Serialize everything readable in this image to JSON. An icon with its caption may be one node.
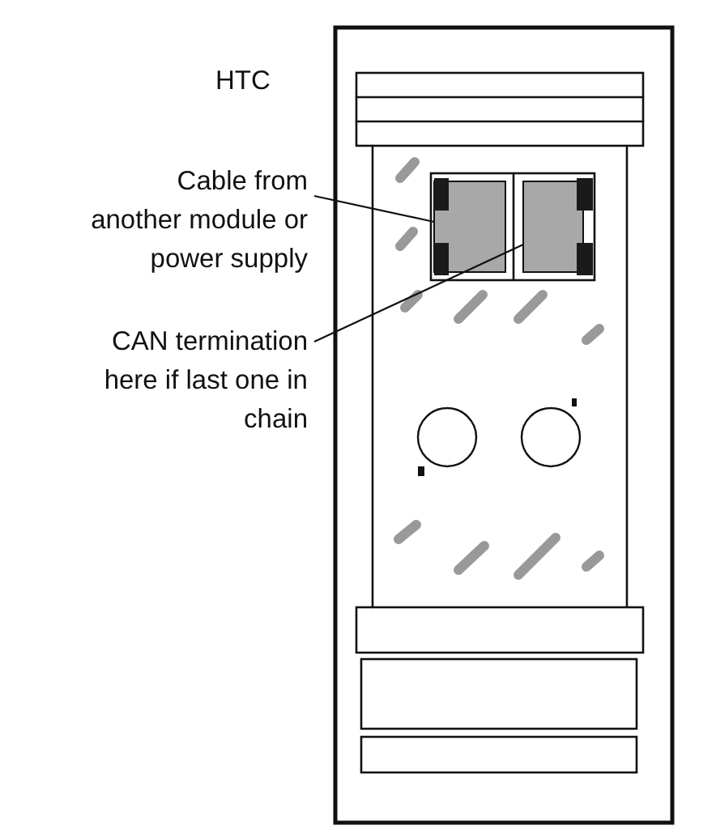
{
  "diagram": {
    "title": "HTC",
    "nodes": [
      {
        "text": [
          "Cable from another module or power supply"
        ]
      },
      {
        "text": [
          "CAN termination here if last one in chain"
        ]
      },
      {
        "text": [],
        "shape": "box"
      },
      {
        "text": [],
        "shape": "box"
      }
    ],
    "edges": [
      {
        "from": 0,
        "to": 2,
        "arrow": "none"
      },
      {
        "from": 1,
        "to": 3,
        "arrow": "none"
      }
    ]
  }
}
